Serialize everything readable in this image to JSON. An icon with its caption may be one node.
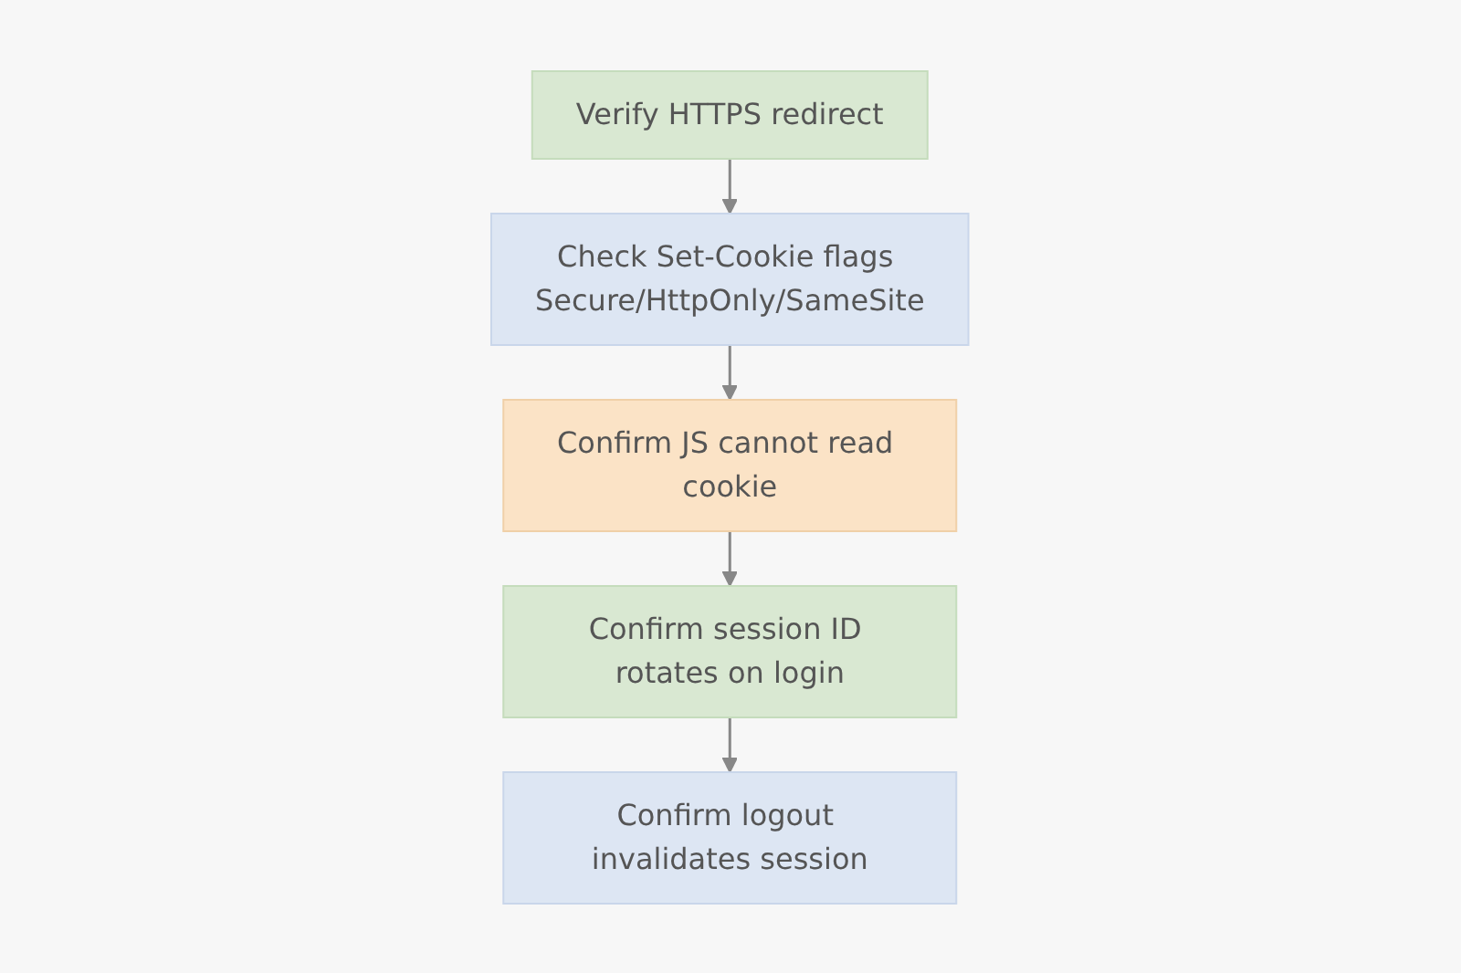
{
  "diagram": {
    "nodes": [
      {
        "text": [
          "Verify HTTPS redirect"
        ]
      },
      {
        "text": [
          "Check Set-Cookie flags Secure/HttpOnly/SameSite"
        ]
      },
      {
        "text": [
          "Confirm JS cannot read cookie"
        ]
      },
      {
        "text": [
          "Confirm session ID rotates on login"
        ]
      },
      {
        "text": [
          "Confirm logout invalidates session"
        ]
      }
    ],
    "edges": [
      {
        "from": 0,
        "to": 1,
        "arrow": "to"
      },
      {
        "from": 1,
        "to": 2,
        "arrow": "to"
      },
      {
        "from": 2,
        "to": 3,
        "arrow": "to"
      },
      {
        "from": 3,
        "to": 4,
        "arrow": "to"
      }
    ]
  }
}
